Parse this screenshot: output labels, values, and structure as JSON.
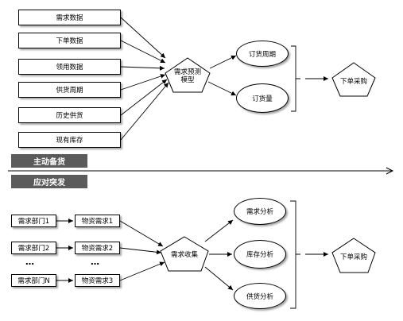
{
  "proactive": {
    "section_label": "主动备货",
    "inputs": [
      "需求数据",
      "下单数据",
      "领用数据",
      "供货周期",
      "历史供货",
      "现有库存"
    ],
    "model": [
      "需求预测",
      "模型"
    ],
    "outputs": [
      "订货周期",
      "订货量"
    ],
    "result": "下单采购"
  },
  "emergency": {
    "section_label": "应对突发",
    "departments": [
      "需求部门1",
      "需求部门2",
      "需求部门N"
    ],
    "materials": [
      "物资需求1",
      "物资需求2",
      "物资需求3"
    ],
    "ellipsis": "…",
    "collect": "需求收集",
    "analyses": [
      "需求分析",
      "库存分析",
      "供货分析"
    ],
    "result": "下单采购"
  }
}
